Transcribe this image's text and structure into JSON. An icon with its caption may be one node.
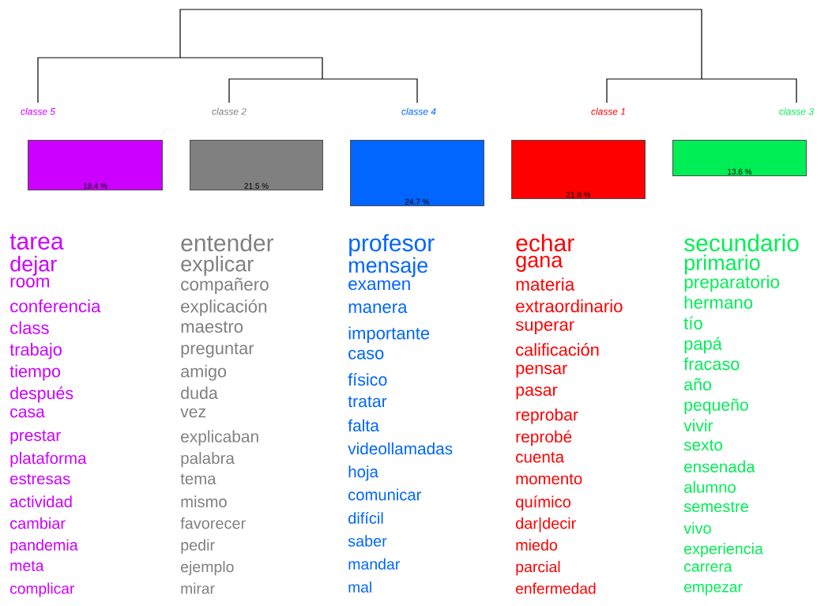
{
  "diagram": {
    "nodes": [
      {
        "text": [
          "classe 5",
          "18.4 %"
        ],
        "beside": [
          "tarea",
          "dejar",
          "room",
          "conferencia",
          "class",
          "trabajo",
          "tiempo",
          "después",
          "casa",
          "prestar",
          "plataforma",
          "estresas",
          "actividad",
          "cambiar",
          "pandemia",
          "meta",
          "complicar"
        ]
      },
      {
        "text": [
          "classe 2",
          "21.5 %"
        ],
        "beside": [
          "entender",
          "explicar",
          "compañero",
          "explicación",
          "maestro",
          "preguntar",
          "amigo",
          "duda",
          "vez",
          "explicaban",
          "palabra",
          "tema",
          "mismo",
          "favorecer",
          "pedir",
          "ejemplo",
          "mirar"
        ]
      },
      {
        "text": [
          "classe 4",
          "24.7 %"
        ],
        "beside": [
          "profesor",
          "mensaje",
          "examen",
          "manera",
          "importante",
          "caso",
          "físico",
          "tratar",
          "falta",
          "videollamadas",
          "hoja",
          "comunicar",
          "difícil",
          "saber",
          "mandar",
          "mal"
        ]
      },
      {
        "text": [
          "classe 1",
          "21.8 %"
        ],
        "beside": [
          "echar",
          "gana",
          "materia",
          "extraordinario",
          "superar",
          "calificación",
          "pensar",
          "pasar",
          "reprobar",
          "reprobé",
          "cuenta",
          "momento",
          "químico",
          "dar|decir",
          "miedo",
          "parcial",
          "enfermedad"
        ]
      },
      {
        "text": [
          "classe 3",
          "13.6 %"
        ],
        "beside": [
          "secundario",
          "primario",
          "preparatorio",
          "hermano",
          "tío",
          "papá",
          "fracaso",
          "año",
          "pequeño",
          "vivir",
          "sexto",
          "ensenada",
          "alumno",
          "semestre",
          "vivo",
          "experiencia",
          "carrera",
          "empezar"
        ]
      }
    ]
  }
}
